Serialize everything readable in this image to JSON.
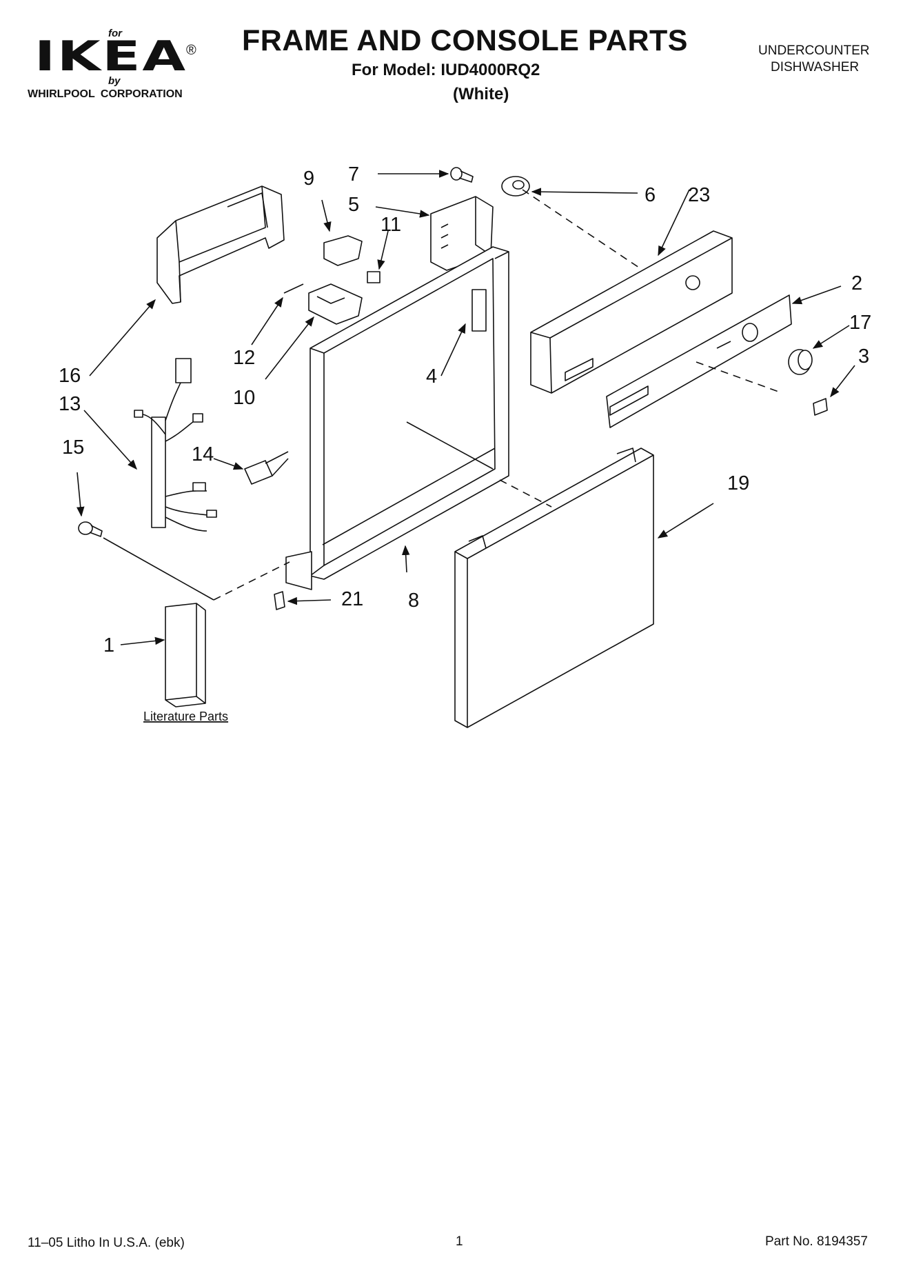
{
  "header": {
    "brand_for": "for",
    "brand_logo": "IKEA",
    "brand_reg": "®",
    "brand_by": "by",
    "brand_corp": "WHIRLPOOL CORPORATION",
    "title": "FRAME AND CONSOLE PARTS",
    "model": "For Model: IUD4000RQ2",
    "color_variant": "(White)",
    "category_line1": "UNDERCOUNTER",
    "category_line2": "DISHWASHER"
  },
  "callouts": {
    "c1": "1",
    "c2": "2",
    "c3": "3",
    "c4": "4",
    "c5": "5",
    "c6": "6",
    "c7": "7",
    "c8": "8",
    "c9": "9",
    "c10": "10",
    "c11": "11",
    "c12": "12",
    "c13": "13",
    "c14": "14",
    "c15": "15",
    "c16": "16",
    "c17": "17",
    "c19": "19",
    "c21": "21",
    "c23": "23"
  },
  "literature_label": "Literature Parts",
  "footer": {
    "left": "11–05 Litho In U.S.A. (ebk)",
    "page": "1",
    "part_no": "Part No. 8194357"
  }
}
